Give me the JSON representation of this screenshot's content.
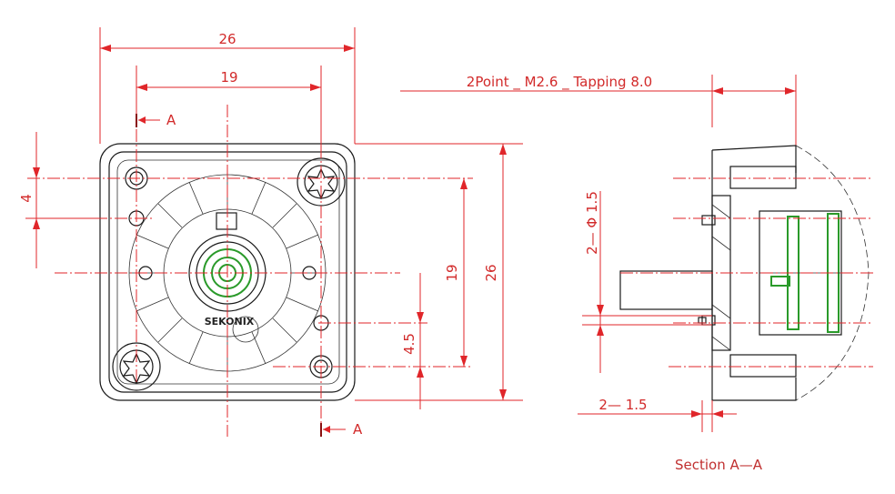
{
  "front_view": {
    "dim_overall_width": "26",
    "dim_hole_spacing_x": "19",
    "dim_overall_height": "26",
    "dim_hole_spacing_y": "19",
    "dim_top_offset": "4",
    "dim_lower_offset": "4.5",
    "brand_label": "SEKONIX",
    "section_marker_top": "A",
    "section_marker_bottom": "A"
  },
  "section_view": {
    "screw_note": "2Point _ M2.6 _ Tapping 8.0",
    "pin_diameter": "2— Φ 1.5",
    "pin_length": "2— 1.5",
    "title": "Section A—A"
  },
  "colors": {
    "dimension": "#e0262a",
    "outline": "#1a1a1a",
    "lens": "#2a9a2a"
  }
}
